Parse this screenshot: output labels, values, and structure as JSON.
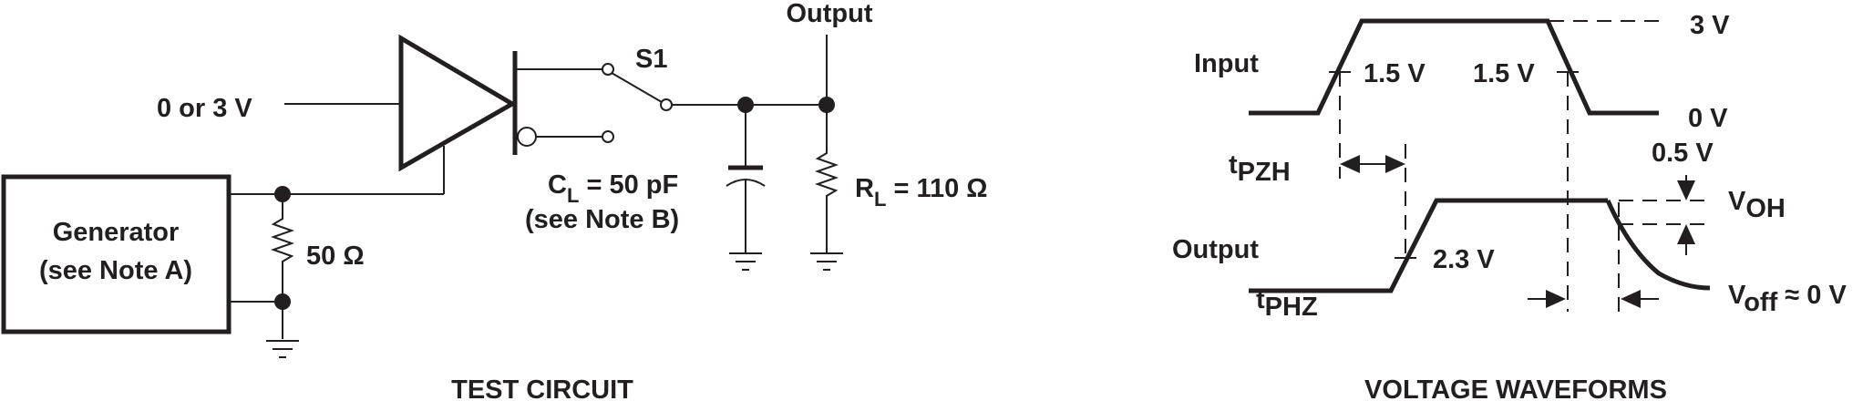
{
  "test_circuit": {
    "caption": "TEST CIRCUIT",
    "input_label": "0 or 3 V",
    "output_label": "Output",
    "switch_label": "S1",
    "generator_line1": "Generator",
    "generator_line2": "(see Note A)",
    "generator_resistor": "50 Ω",
    "cl_main": "C",
    "cl_sub": "L",
    "cl_value": " = 50 pF",
    "cl_note": "(see Note B)",
    "rl_main": "R",
    "rl_sub": "L",
    "rl_value": " = 110 Ω"
  },
  "waveforms": {
    "caption": "VOLTAGE WAVEFORMS",
    "input_label": "Input",
    "output_label": "Output",
    "v_high": "3 V",
    "v_low": "0 V",
    "input_threshold_rise": "1.5 V",
    "input_threshold_fall": "1.5 V",
    "output_threshold": "2.3 V",
    "offset": "0.5 V",
    "tpzh_main": "t",
    "tpzh_sub": "PZH",
    "tphz_main": "t",
    "tphz_sub": "PHZ",
    "voh_main": "V",
    "voh_sub": "OH",
    "voff_main": "V",
    "voff_sub": "off",
    "voff_value": " ≈ 0 V"
  }
}
